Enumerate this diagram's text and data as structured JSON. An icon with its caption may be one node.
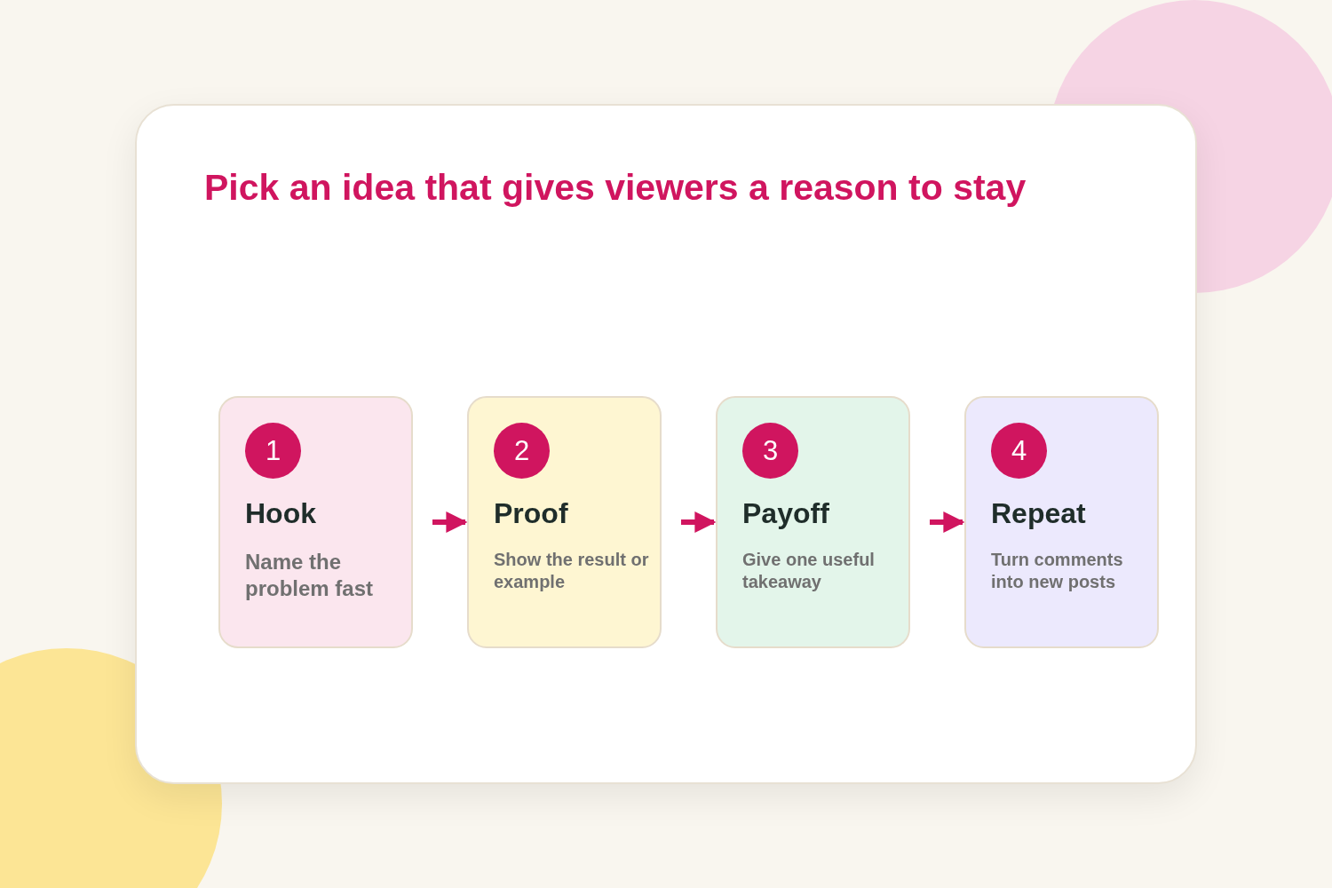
{
  "diagram": {
    "title": "Pick an idea that gives viewers a reason to stay",
    "nodes": [
      {
        "text": [
          "1",
          "Hook",
          "Name the problem fast"
        ]
      },
      {
        "text": [
          "2",
          "Proof",
          "Show the result or example"
        ]
      },
      {
        "text": [
          "3",
          "Payoff",
          "Give one useful takeaway"
        ]
      },
      {
        "text": [
          "4",
          "Repeat",
          "Turn comments into new posts"
        ]
      }
    ],
    "edges": [
      {
        "from": 0,
        "to": 1,
        "arrow": "to"
      },
      {
        "from": 1,
        "to": 2,
        "arrow": "to"
      },
      {
        "from": 2,
        "to": 3,
        "arrow": "to"
      }
    ]
  }
}
